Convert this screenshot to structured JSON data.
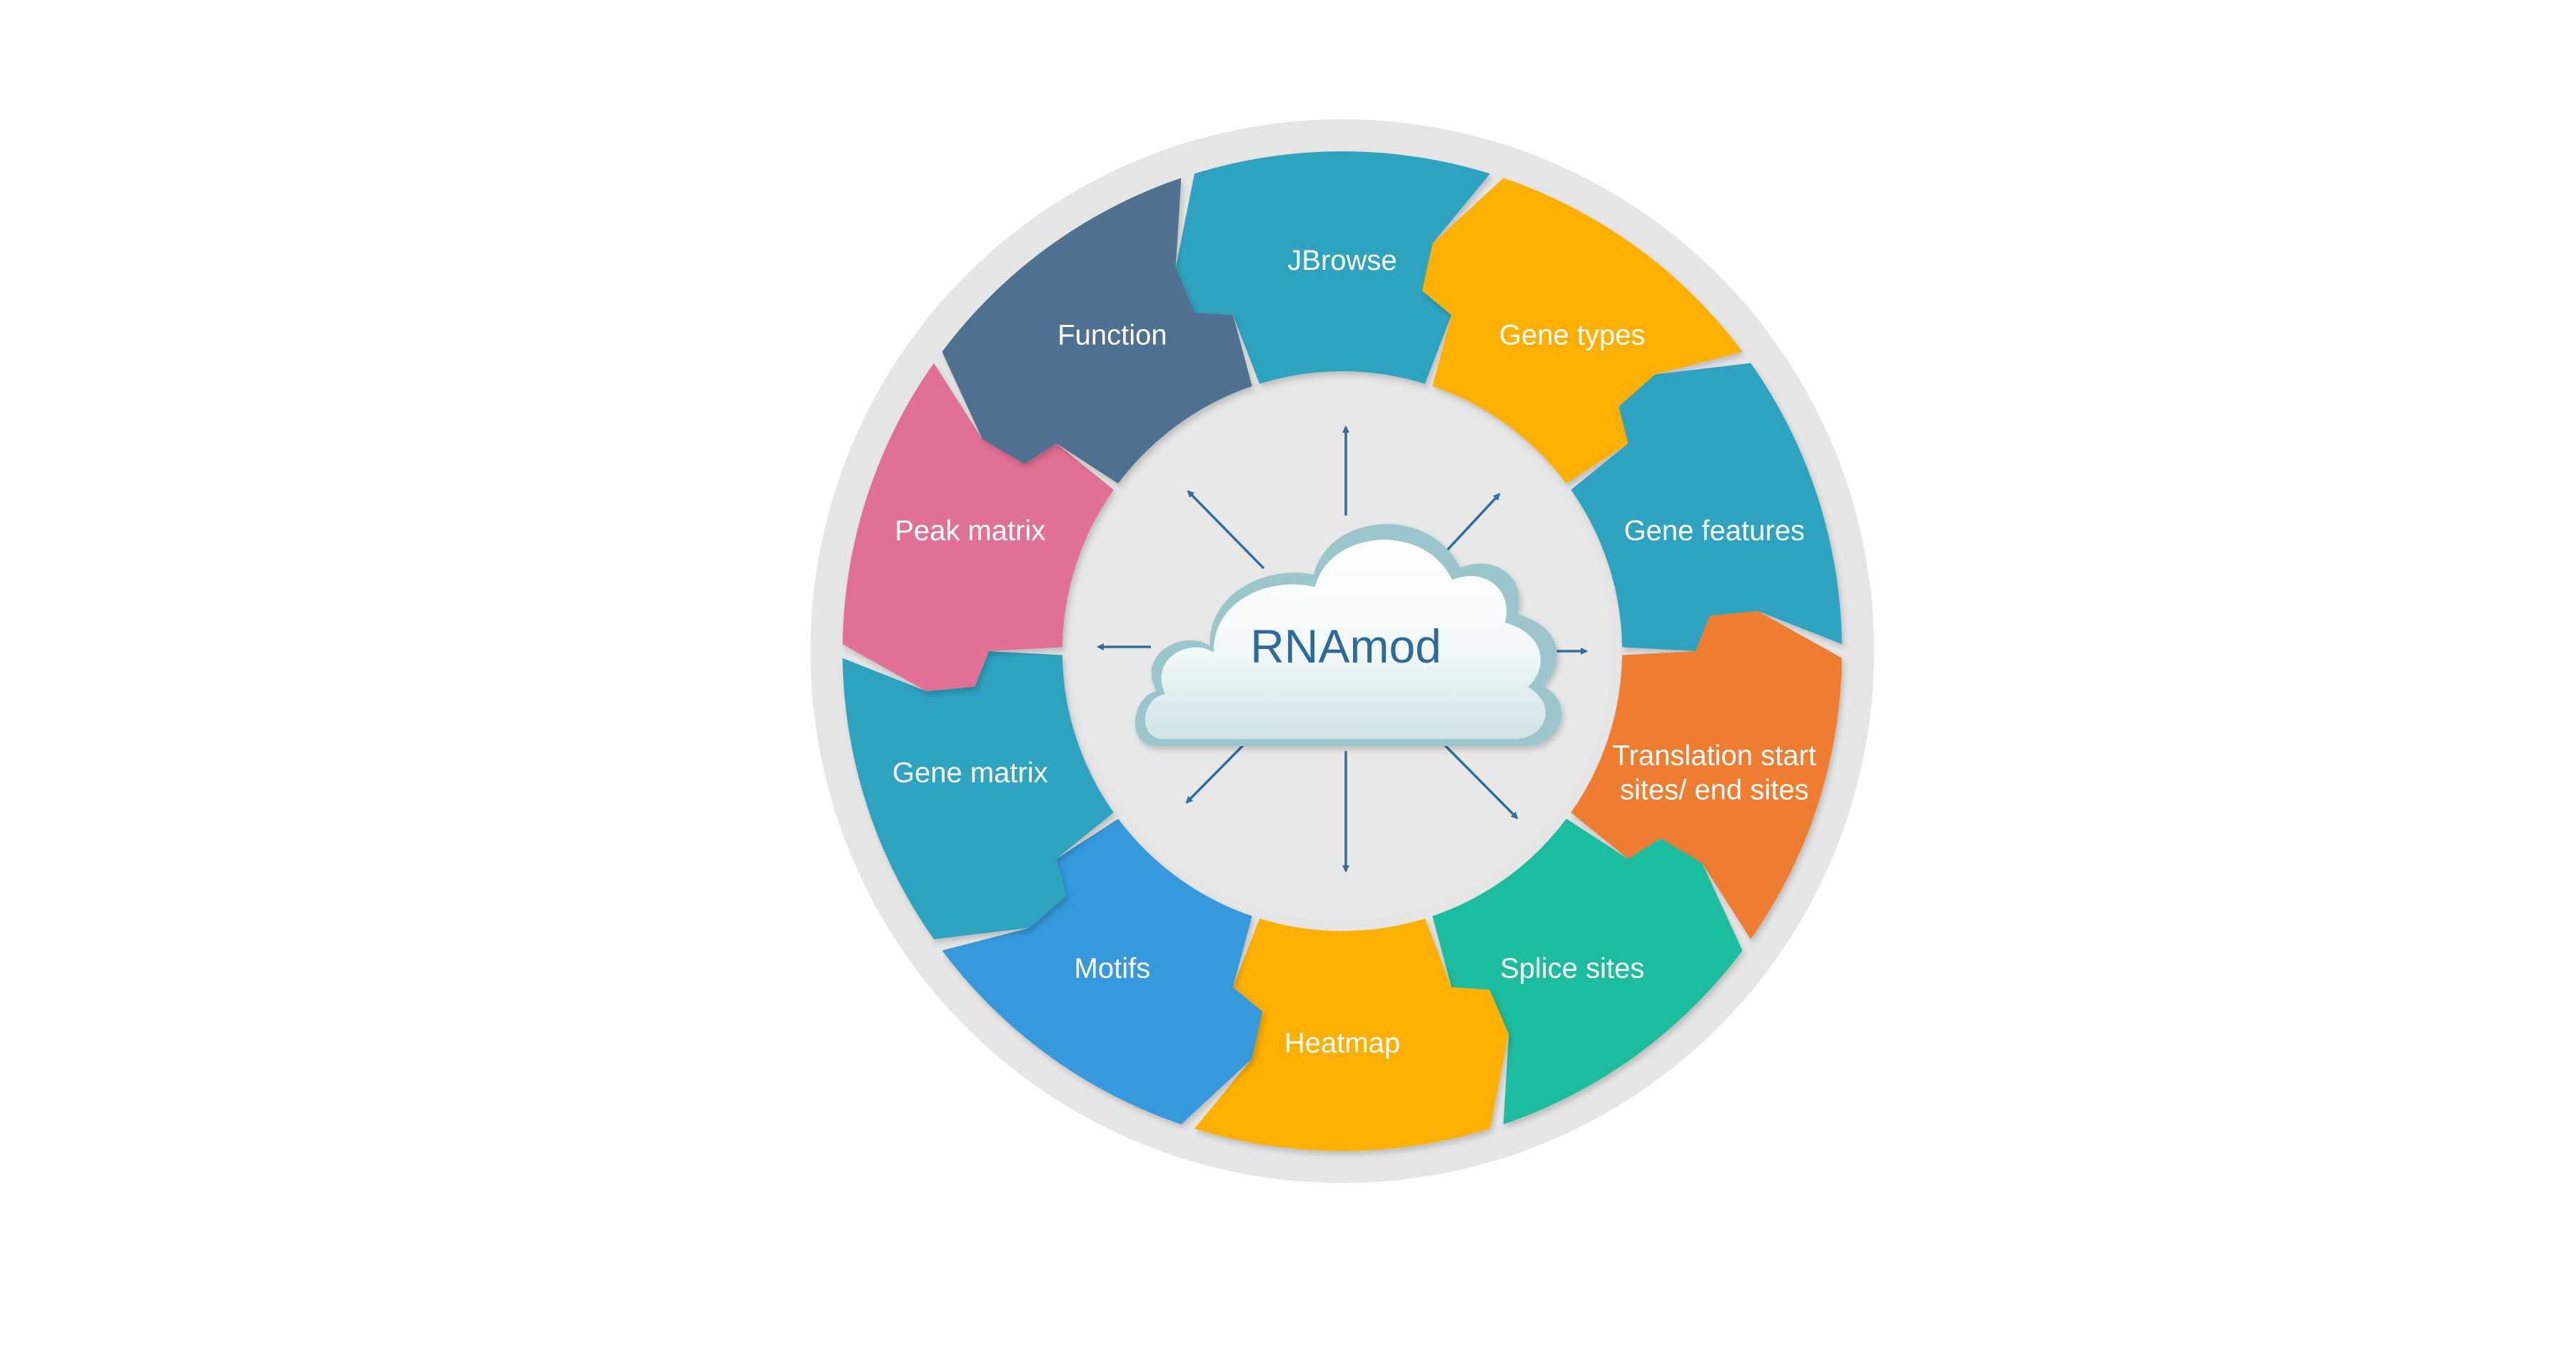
{
  "center": {
    "label": "RNAmod"
  },
  "segments": [
    {
      "id": "jbrowse",
      "label": "JBrowse",
      "lines": [
        "JBrowse"
      ],
      "color": "#2ea3c0"
    },
    {
      "id": "gene-types",
      "label": "Gene  types",
      "lines": [
        "Gene  types"
      ],
      "color": "#fdb000"
    },
    {
      "id": "gene-features",
      "label": "Gene features",
      "lines": [
        "Gene features"
      ],
      "color": "#2ea3c0"
    },
    {
      "id": "translation-sites",
      "label": "Translation start sites/ end sites",
      "lines": [
        "Translation start",
        "sites/ end sites"
      ],
      "color": "#ee7d31"
    },
    {
      "id": "splice-sites",
      "label": "Splice sites",
      "lines": [
        "Splice sites"
      ],
      "color": "#1ebd9e"
    },
    {
      "id": "heatmap",
      "label": "Heatmap",
      "lines": [
        "Heatmap"
      ],
      "color": "#fdb000"
    },
    {
      "id": "motifs",
      "label": "Motifs",
      "lines": [
        "Motifs"
      ],
      "color": "#3699dc"
    },
    {
      "id": "gene-matrix",
      "label": "Gene matrix",
      "lines": [
        "Gene matrix"
      ],
      "color": "#2ea3c0"
    },
    {
      "id": "peak-matrix",
      "label": "Peak matrix",
      "lines": [
        "Peak matrix"
      ],
      "color": "#e07095"
    },
    {
      "id": "function",
      "label": "Function",
      "lines": [
        "Function"
      ],
      "color": "#4f6f91"
    }
  ],
  "colors": {
    "outer_ring": "#e6e6e6",
    "inner_disc": "#e8e8e8",
    "arrow": "#2f6e9e",
    "center_text": "#2d6a9a",
    "cloud_stroke": "#9cc6cc",
    "label_text": "#ffffff"
  }
}
